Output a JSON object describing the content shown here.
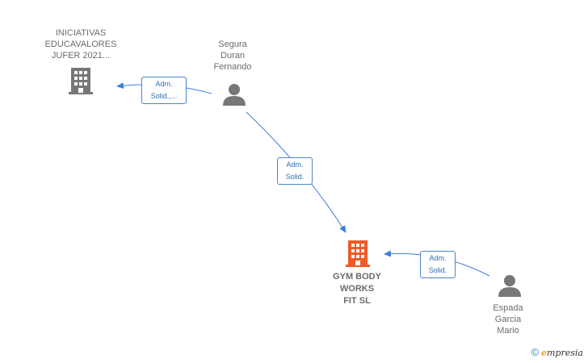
{
  "nodes": {
    "iniciativas": {
      "label": "INICIATIVAS\nEDUCAVALORES\nJUFER 2021...",
      "type": "company",
      "color": "#777777"
    },
    "segura": {
      "label": "Segura\nDuran\nFernando",
      "type": "person",
      "color": "#777777"
    },
    "gym": {
      "label": "GYM BODY\nWORKS\nFIT  SL",
      "type": "company",
      "color": "#f05a28"
    },
    "espada": {
      "label": "Espada\nGarcia\nMario",
      "type": "person",
      "color": "#777777"
    }
  },
  "edges": [
    {
      "from": "segura",
      "to": "iniciativas",
      "label": "Adm.\nSolid.,..."
    },
    {
      "from": "segura",
      "to": "gym",
      "label": "Adm.\nSolid."
    },
    {
      "from": "espada",
      "to": "gym",
      "label": "Adm.\nSolid."
    }
  ],
  "colors": {
    "edge": "#3b7ddd",
    "edge_label_border": "#4a86c8"
  },
  "footer": {
    "copyright_symbol": "©",
    "brand_initial": "e",
    "brand_rest": "mpresia"
  }
}
